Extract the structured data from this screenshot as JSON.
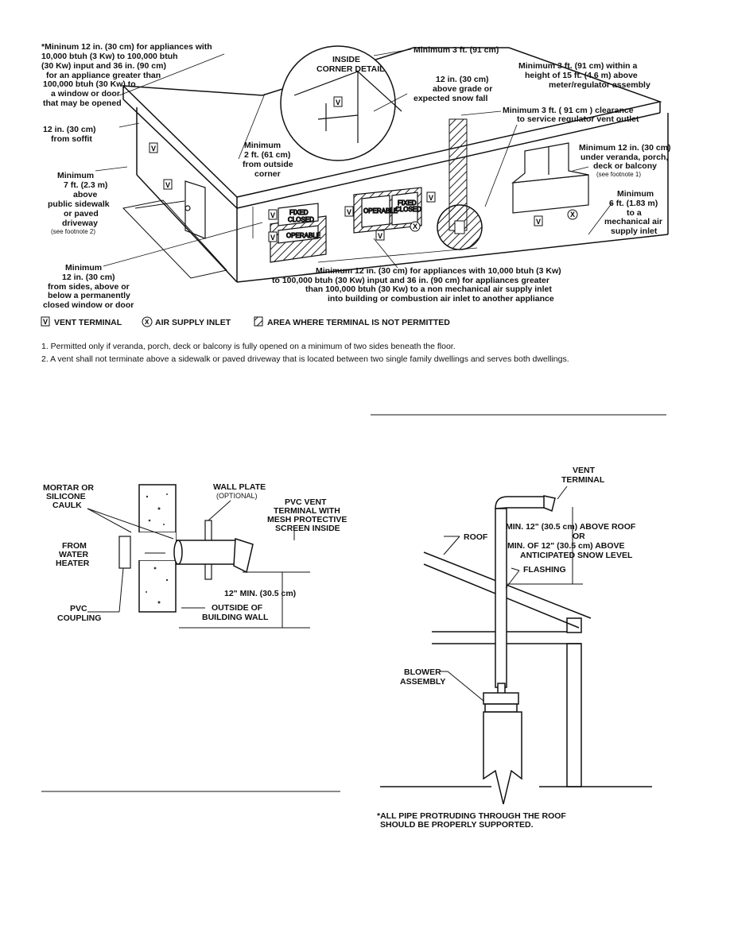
{
  "top_diagram": {
    "labels": {
      "appliance_window": [
        "*Mininum 12 in. (30 cm) for appliances with",
        "10,000 btuh (3 Kw) to 100,000 btuh",
        "(30 Kw) input and 36 in. (90 cm)",
        "for an appliance greater than",
        "100,000 btuh (30 Kw) to",
        "a window or door",
        "that may be opened"
      ],
      "inside_corner": [
        "INSIDE",
        "CORNER DETAIL"
      ],
      "min_3ft": "Minimum 3 ft. (91 cm)",
      "meter_height": [
        "Minimum 3 ft. (91 cm) within a",
        "height of 15 ft. (4.6 m) above",
        "meter/regulator assembly"
      ],
      "grade_snow": [
        "12 in. (30 cm)",
        "above grade or",
        "expected snow fall"
      ],
      "regulator_vent": [
        "Minimum 3 ft. ( 91 cm ) clearance",
        "to service regulator vent outlet"
      ],
      "soffit": [
        "12 in. (30 cm)",
        "from soffit"
      ],
      "outside_corner": [
        "Minimum",
        "2 ft. (61 cm)",
        "from outside",
        "corner"
      ],
      "veranda": [
        "Minimum 12 in. (30 cm)",
        "under veranda, porch,",
        "deck or balcony"
      ],
      "veranda_note": "(see footnote 1)",
      "sidewalk": [
        "Minimum",
        "7 ft. (2.3 m)",
        "above",
        "public sidewalk",
        "or paved",
        "driveway"
      ],
      "sidewalk_note": "(see footnote 2)",
      "mech_air": [
        "Minimum",
        "6 ft. (1.83 m)",
        "to a",
        "mechanical air",
        "supply inlet"
      ],
      "closed_window": [
        "Minimum",
        "12 in. (30 cm)",
        "from sides, above or",
        "below a permanently",
        "closed window or door"
      ],
      "bottom_note": [
        "Minimum 12 in. (30 cm) for appliances with 10,000 btuh (3 Kw)",
        "to 100,000 btuh (30 Kw) input and 36 in. (90 cm) for appliances greater",
        "than 100,000 btuh (30 Kw) to a non mechanical air supply inlet",
        "into building or combustion air inlet to another appliance"
      ],
      "fixed_closed": [
        "FIXED",
        "CLOSED"
      ],
      "operable": "OPERABLE"
    },
    "legend": {
      "vent_terminal": "VENT TERMINAL",
      "air_inlet": "AIR SUPPLY INLET",
      "not_permitted": "AREA WHERE TERMINAL IS NOT PERMITTED",
      "v_symbol": "V",
      "x_symbol": "X"
    },
    "footnotes": [
      "1. Permitted only if veranda, porch, deck or balcony is fully opened on a minimum of two sides beneath the floor.",
      "2. A vent shall not terminate above a sidewalk or paved driveway that is located between two single family dwellings and serves both dwellings."
    ]
  },
  "wall_diagram": {
    "mortar": [
      "MORTAR OR",
      "SILICONE",
      "CAULK"
    ],
    "wall_plate": "WALL PLATE",
    "optional": "(OPTIONAL)",
    "pvc_vent": [
      "PVC VENT",
      "TERMINAL WITH",
      "MESH PROTECTIVE",
      "SCREEN INSIDE"
    ],
    "from_heater": [
      "FROM",
      "WATER",
      "HEATER"
    ],
    "pvc_coupling": [
      "PVC",
      "COUPLING"
    ],
    "min": "12\" MIN. (30.5 cm)",
    "outside_wall": [
      "OUTSIDE OF",
      "BUILDING WALL"
    ]
  },
  "roof_diagram": {
    "vent_terminal": [
      "VENT",
      "TERMINAL"
    ],
    "roof": "ROOF",
    "min_roof": [
      "MIN. 12\" (30.5 cm) ABOVE ROOF",
      "OR",
      "MIN. OF 12\" (30.5 cm) ABOVE",
      "ANTICIPATED SNOW LEVEL"
    ],
    "flashing": "FLASHING",
    "blower": [
      "BLOWER",
      "ASSEMBLY"
    ],
    "note": [
      "*ALL PIPE PROTRUDING THROUGH THE ROOF",
      "SHOULD BE PROPERLY SUPPORTED."
    ]
  }
}
